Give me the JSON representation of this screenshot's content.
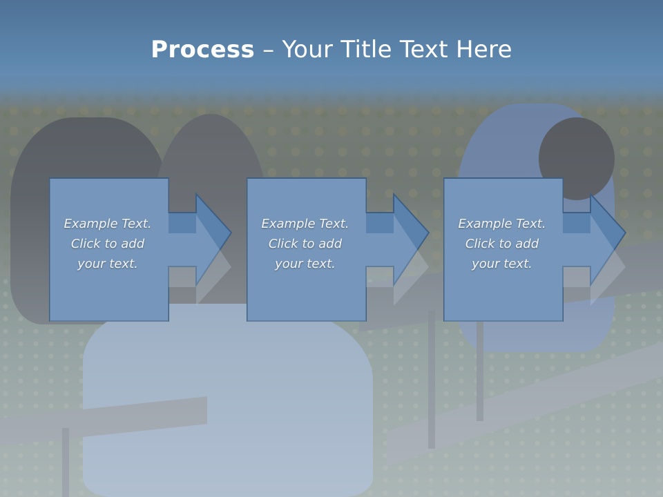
{
  "slide": {
    "title_bold": "Process",
    "title_rest": " – Your Title Text Here"
  },
  "process_steps": [
    {
      "lines": [
        "Example Text.",
        "Click  to add",
        "your text."
      ]
    },
    {
      "lines": [
        "Example Text.",
        "Click  to add",
        "your text."
      ]
    },
    {
      "lines": [
        "Example Text.",
        "Click  to add",
        "your text."
      ]
    }
  ],
  "colors": {
    "title_band": "#5e87ae",
    "shape_fill": "#5b82ad",
    "shape_stroke": "#3e5f84",
    "text": "#ffffff"
  },
  "icons": {
    "step_arrow": "right-arrow-icon"
  }
}
